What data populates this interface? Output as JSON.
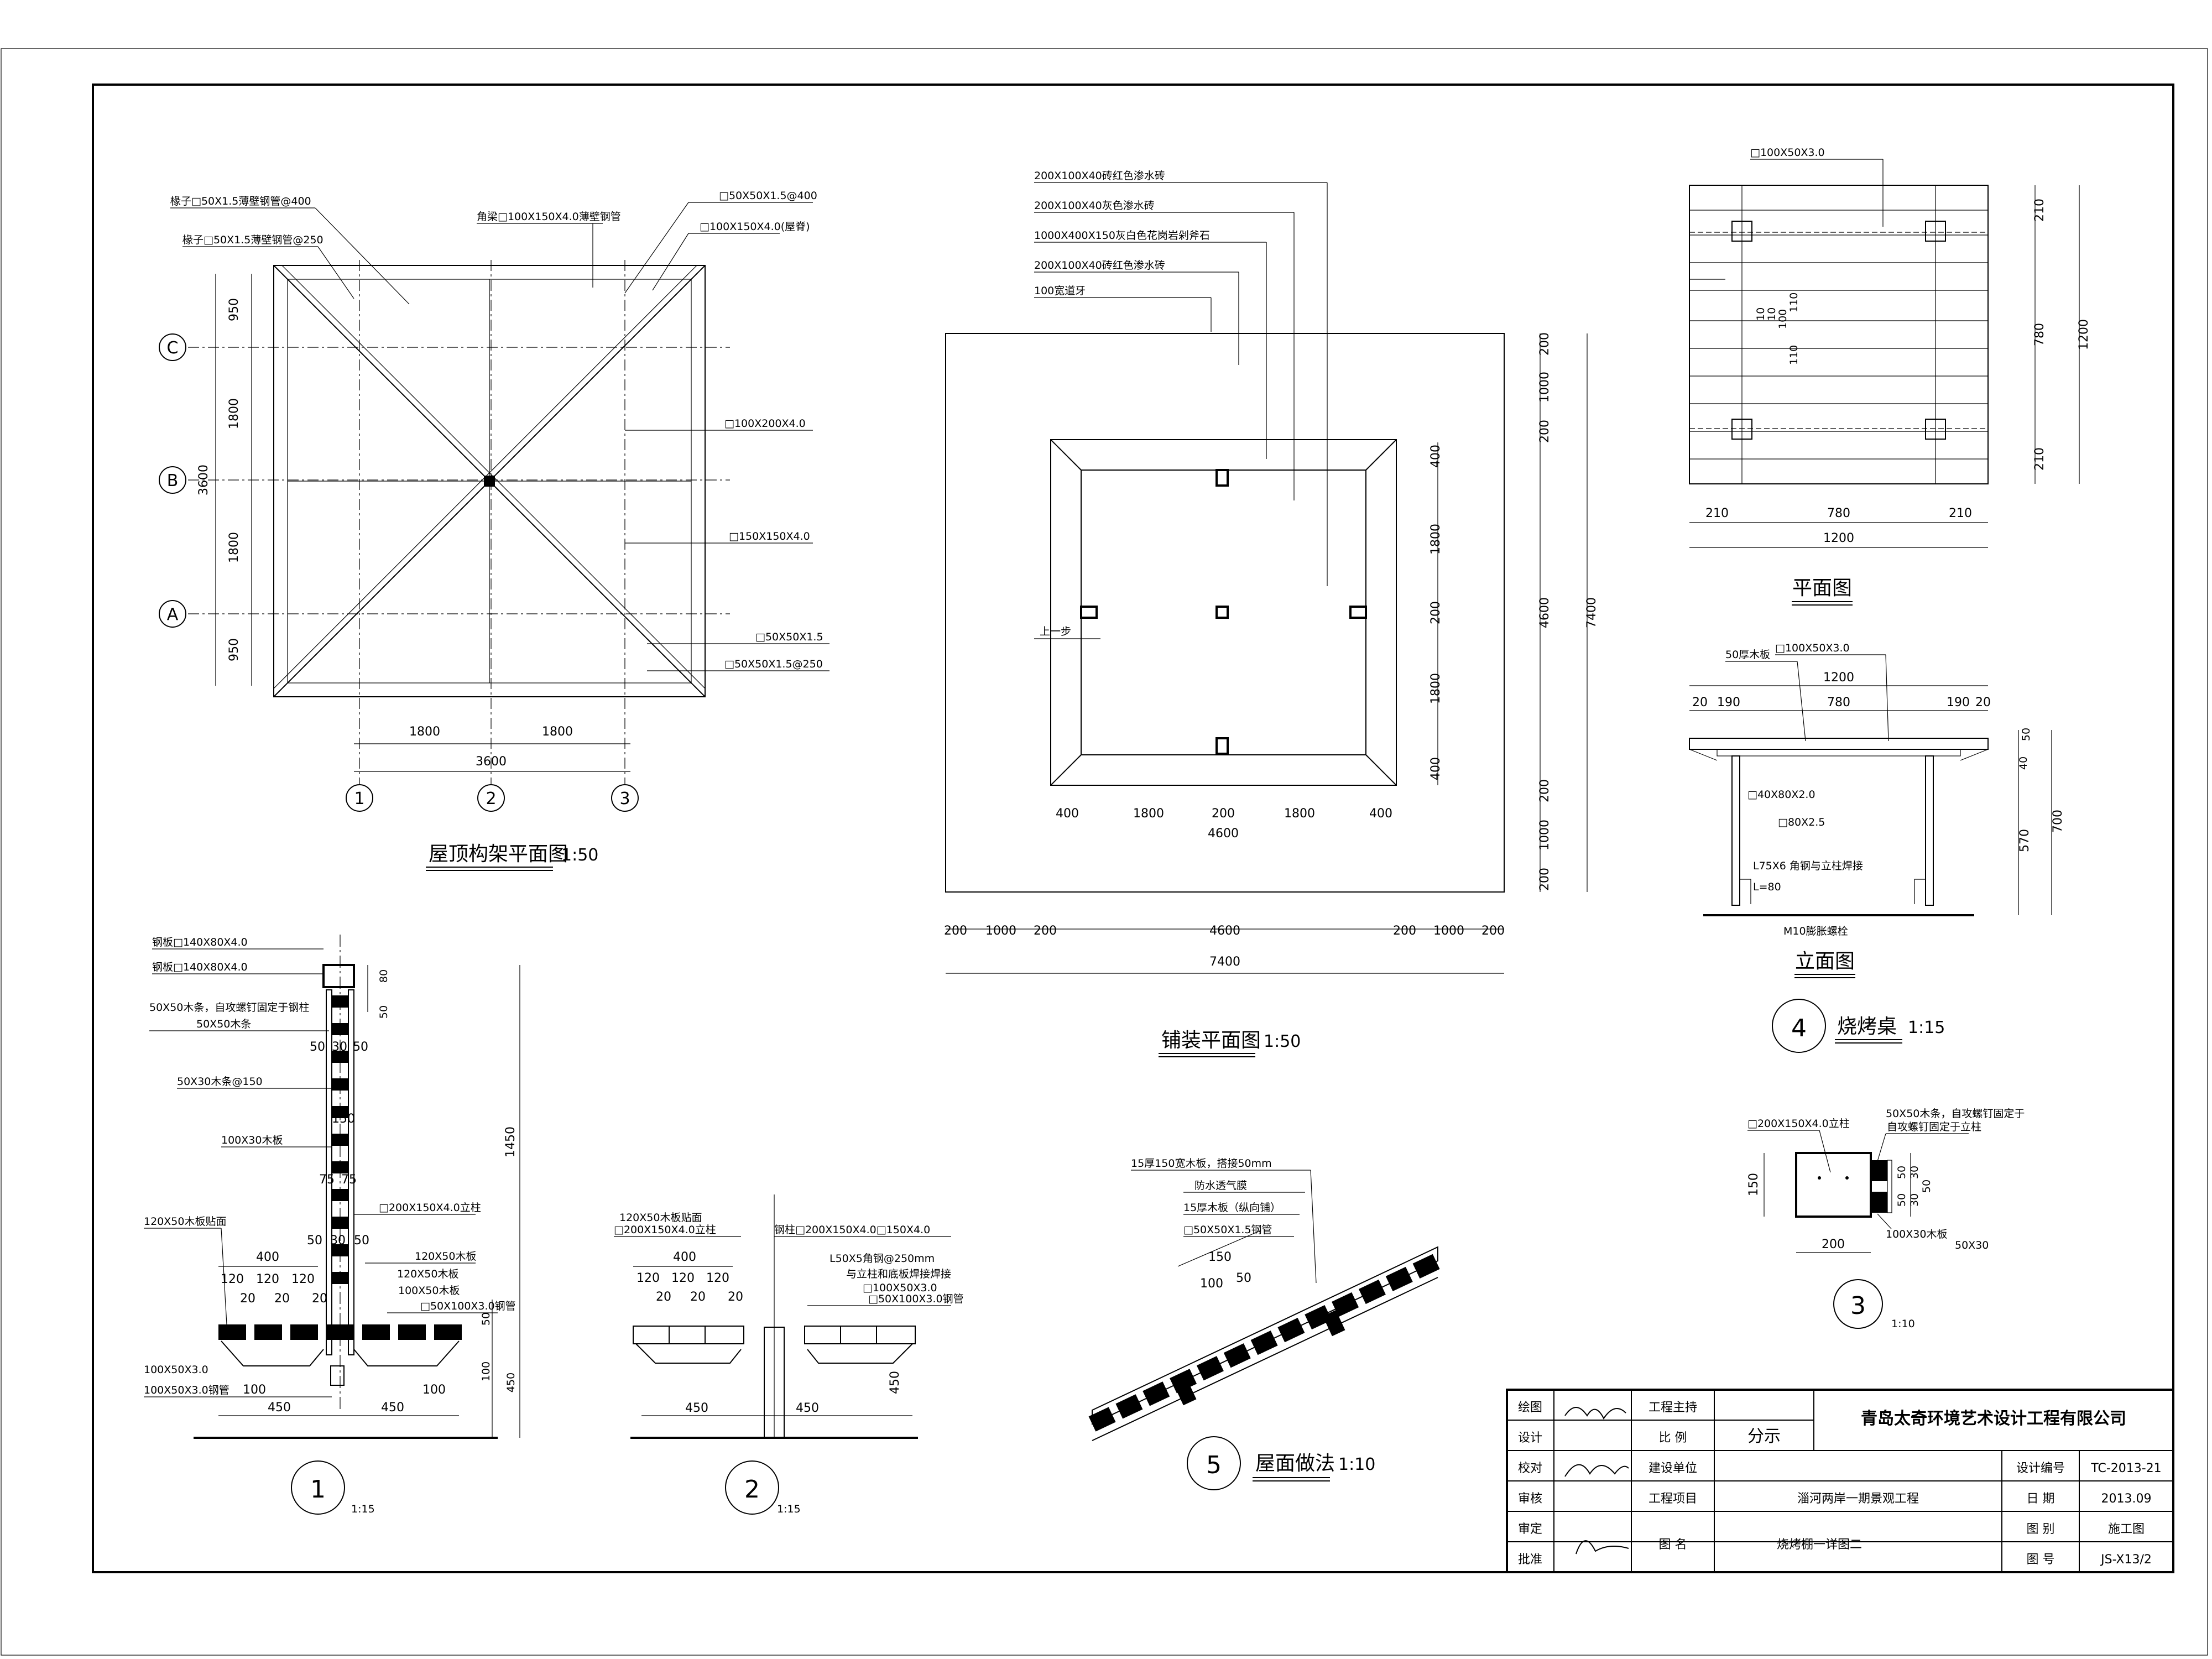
{
  "roof": {
    "title": "屋顶构架平面图",
    "scale": "1:50",
    "notes": [
      "椽子□50X1.5薄壁钢管@400",
      "椽子□50X1.5薄壁钢管@250",
      "角梁□100X150X4.0薄壁钢管",
      "□50X50X1.5@400",
      "□100X150X4.0(屋脊)",
      "□100X200X4.0",
      "□150X150X4.0",
      "□50X50X1.5",
      "□50X50X1.5@250"
    ],
    "dims_left": [
      "950",
      "1800",
      "3600",
      "1800",
      "950"
    ],
    "dims_bottom": [
      "1800",
      "1800",
      "3600"
    ],
    "axes_row": [
      "C",
      "B",
      "A"
    ],
    "axes_col": [
      "1",
      "2",
      "3"
    ]
  },
  "paving": {
    "title": "铺装平面图",
    "scale": "1:50",
    "notes": [
      "200X100X40砖红色渗水砖",
      "200X100X40灰色渗水砖",
      "1000X400X150灰白色花岗岩剁斧石",
      "200X100X40砖红色渗水砖",
      "100宽道牙"
    ],
    "dims_bottom": [
      "200",
      "1000",
      "200",
      "4600",
      "200",
      "1000",
      "200",
      "7400"
    ],
    "dims_inner": [
      "400",
      "1800",
      "200",
      "1800",
      "400",
      "4600"
    ],
    "dims_right": [
      "200",
      "1000",
      "200",
      "4600",
      "200",
      "1000",
      "200",
      "7400"
    ],
    "dims_right_inner": [
      "400",
      "1800",
      "200",
      "1800",
      "400"
    ],
    "step_label": "上一步"
  },
  "bbq": {
    "plan_title": "平面图",
    "elev_title": "立面图",
    "detail_num": "4",
    "detail_title": "烧烤桌",
    "scale": "1:15",
    "plan_top": "□100X50X3.0",
    "plan_dims": [
      "210",
      "780",
      "210",
      "1200"
    ],
    "plan_side": [
      "210",
      "780",
      "1200",
      "210"
    ],
    "plan_inner": [
      "10",
      "10",
      "100",
      "110",
      "110"
    ],
    "elev_notes": [
      "50厚木板",
      "□100X50X3.0",
      "□40X80X2.0",
      "□80X2.5",
      "L75X6 角钢与立柱焊接",
      "L=80",
      "M10膨胀螺栓"
    ],
    "elev_dims": [
      "1200",
      "20",
      "190",
      "780",
      "190",
      "20",
      "50",
      "40",
      "570",
      "700"
    ]
  },
  "d1": {
    "num": "1",
    "scale": "1:15",
    "notes": [
      "钢板□140X80X4.0",
      "钢板□140X80X4.0",
      "50X50木条，自攻螺钉固定于钢柱",
      "50X50木条",
      "50X30木条@150",
      "100X30木板",
      "□200X150X4.0立柱",
      "120X50木板",
      "120X50木板",
      "100X50木板",
      "□50X100X3.0钢管",
      "120X50木板贴面",
      "100X50X3.0",
      "100X50X3.0钢管"
    ],
    "dims": [
      "80",
      "50",
      "50",
      "30",
      "50",
      "150",
      "75",
      "75",
      "50",
      "30",
      "50",
      "400",
      "120",
      "120",
      "120",
      "20",
      "20",
      "20",
      "450",
      "450",
      "100",
      "100",
      "1450",
      "50",
      "100",
      "450"
    ]
  },
  "d2": {
    "num": "2",
    "scale": "1:15",
    "notes": [
      "120X50木板贴面",
      "□200X150X4.0立柱",
      "钢柱□200X150X4.0□150X4.0",
      "L50X5角钢@250mm",
      "与立柱和底板焊接焊接",
      "□100X50X3.0",
      "□50X100X3.0钢管"
    ],
    "dims": [
      "400",
      "120",
      "120",
      "120",
      "20",
      "20",
      "20",
      "450",
      "450",
      "450"
    ]
  },
  "d3": {
    "num": "3",
    "scale": "1:10",
    "notes": [
      "□200X150X4.0立柱",
      "50X50木条，自攻螺钉固定于",
      "自攻螺钉固定于立柱",
      "100X30木板",
      "50X30"
    ],
    "dims": [
      "150",
      "200",
      "50",
      "30",
      "50",
      "30",
      "50"
    ]
  },
  "d5": {
    "num": "5",
    "title": "屋面做法",
    "scale": "1:10",
    "notes": [
      "15厚150宽木板，搭接50mm",
      "防水透气膜",
      "15厚木板（纵向铺）",
      "□50X50X1.5钢管"
    ],
    "dims": [
      "150",
      "100",
      "50"
    ]
  },
  "titleblock": {
    "company": "青岛太奇环境艺术设计工程有限公司",
    "labels": [
      "绘图",
      "设计",
      "校对",
      "审核",
      "审定",
      "批准"
    ],
    "mid_labels": [
      "工程主持",
      "比 例",
      "建设单位",
      "工程项目",
      "图 名"
    ],
    "scale_value": "分示",
    "project": "淄河两岸一期景观工程",
    "drawing_name": "烧烤棚一详图二",
    "right_labels": [
      "设计编号",
      "日 期",
      "图 别",
      "图 号"
    ],
    "right_values": [
      "TC-2013-21",
      "2013.09",
      "施工图",
      "JS-X13/2"
    ]
  }
}
